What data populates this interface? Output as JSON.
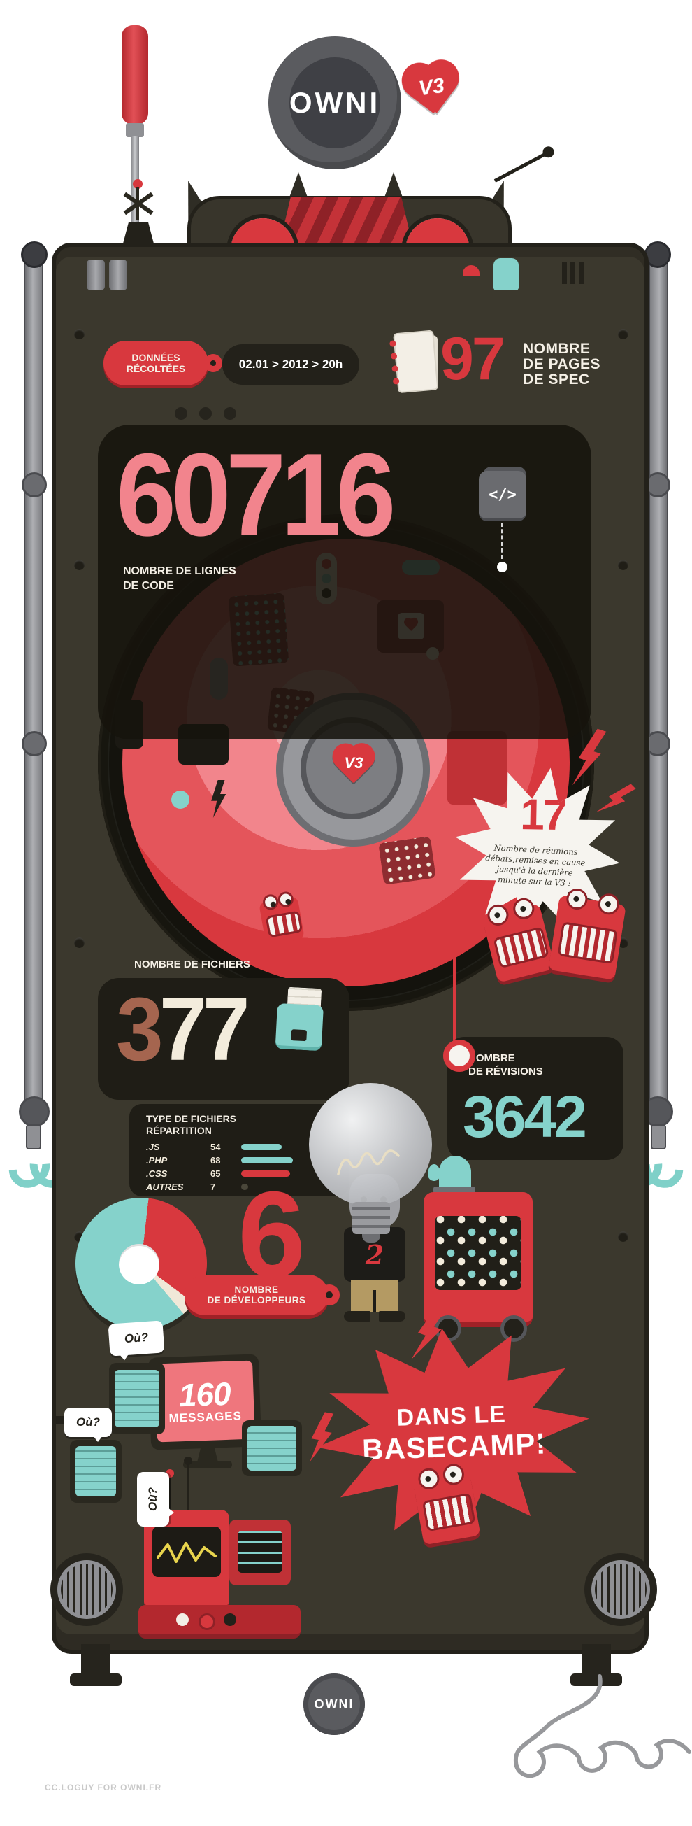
{
  "header": {
    "logo": "OWNI",
    "version": "V3"
  },
  "collected": {
    "badge": [
      "DONNÉES",
      "RÉCOLTÉES"
    ],
    "date": "02.01 > 2012 > 20h"
  },
  "spec": {
    "value": "97",
    "label": [
      "NOMBRE",
      "DE PAGES",
      "DE SPEC"
    ]
  },
  "loc": {
    "value": "60716",
    "label": [
      "NOMBRE DE LIGNES",
      "DE CODE"
    ],
    "icon": "</>"
  },
  "meetings": {
    "value": "17",
    "note": "Nombre de réunions débats,remises en cause jusqu'à la dernière minute sur la V3 :"
  },
  "files": {
    "label": "NOMBRE DE FICHIERS",
    "v1": "3",
    "v2": "77"
  },
  "revisions": {
    "label": [
      "NOMBRE",
      "DE RÉVISIONS"
    ],
    "value": "3642"
  },
  "types": {
    "title": [
      "TYPE DE FICHIERS",
      "RÉPARTITION"
    ],
    "rows": [
      {
        "label": ".JS",
        "value": "54"
      },
      {
        "label": ".PHP",
        "value": "68"
      },
      {
        "label": ".CSS",
        "value": "65"
      },
      {
        "label": "AUTRES",
        "value": "7"
      }
    ]
  },
  "devs": {
    "value": "6",
    "label": [
      "NOMBRE",
      "DE DÉVELOPPEURS"
    ]
  },
  "messages": {
    "value": "160",
    "label": "MESSAGES",
    "where": "Où?"
  },
  "basecamp": {
    "line1": "DANS LE",
    "line2": "BASECAMP!"
  },
  "character": {
    "shirt": "2"
  },
  "footer": {
    "logo": "OWNI",
    "credit": "CC.LOGUY FOR OWNI.FR"
  },
  "colors": {
    "red": "#d8383e",
    "pink": "#f2848d",
    "teal": "#85d2cb",
    "cream": "#f3ecdc",
    "brown": "#a5654f",
    "body": "#3b382d",
    "panel": "#1f1d16"
  },
  "chart_data": [
    {
      "type": "pie",
      "title": "TYPE DE FICHIERS — RÉPARTITION",
      "labels": [
        ".JS",
        ".PHP",
        ".CSS",
        "AUTRES"
      ],
      "values": [
        54,
        68,
        65,
        7
      ],
      "colors": [
        "#85d2cb",
        "#85d2cb",
        "#d8383e",
        "#f3ecdc"
      ],
      "donut": true,
      "legend_position": "left-panel"
    },
    {
      "type": "table",
      "title": "OWNI V3 — DONNÉES RÉCOLTÉES 02.01 > 2012 > 20h",
      "rows": [
        {
          "label": "NOMBRE DE PAGES DE SPEC",
          "value": 97
        },
        {
          "label": "NOMBRE DE LIGNES DE CODE",
          "value": 60716
        },
        {
          "label": "NOMBRE DE RÉUNIONS DÉBATS",
          "value": 17
        },
        {
          "label": "NOMBRE DE FICHIERS",
          "value": 377
        },
        {
          "label": "NOMBRE DE RÉVISIONS",
          "value": 3642
        },
        {
          "label": "NOMBRE DE DÉVELOPPEURS",
          "value": 6
        },
        {
          "label": "MESSAGES DANS LE BASECAMP",
          "value": 160
        }
      ]
    }
  ]
}
